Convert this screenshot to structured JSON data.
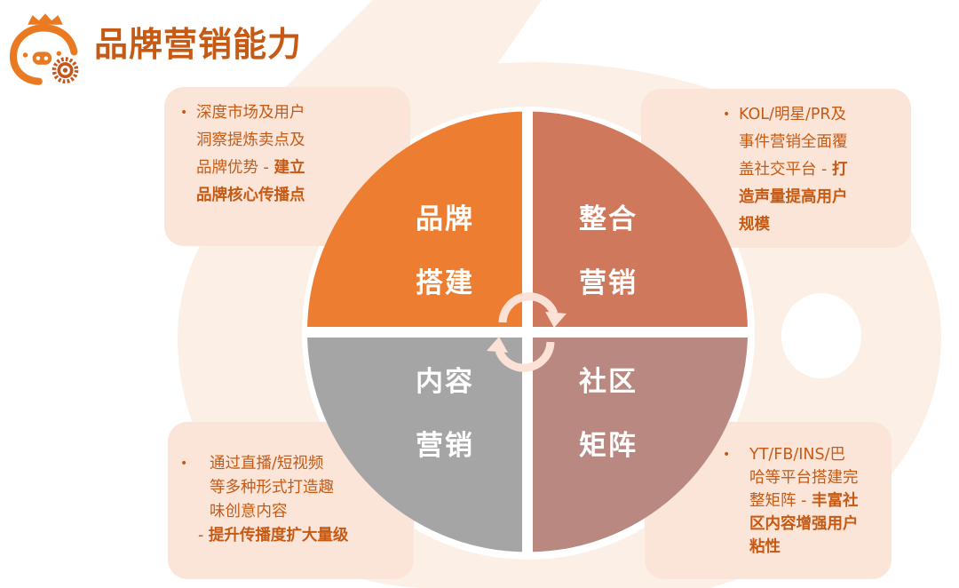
{
  "header": {
    "title": "品牌营销能力",
    "logo_icon": "pig-crown-gear-logo"
  },
  "colors": {
    "title": "#c65a14",
    "box_bg": "#fbe5d8",
    "watermark": "#fcefe6",
    "q_brand": "#ed7d31",
    "q_integrated": "#d0785b",
    "q_content": "#a5a5a5",
    "q_community": "#b98880",
    "arrow": "#fbe1d6"
  },
  "quadrants": [
    {
      "id": "brand",
      "line1": "品牌",
      "line2": "搭建"
    },
    {
      "id": "integrated",
      "line1": "整合",
      "line2": "营销"
    },
    {
      "id": "content",
      "line1": "内容",
      "line2": "营销"
    },
    {
      "id": "community",
      "line1": "社区",
      "line2": "矩阵"
    }
  ],
  "boxes": {
    "top_left": {
      "bullet": "•",
      "lines": [
        "深度市场及用户",
        "洞察提炼卖点及",
        "品牌优势 - "
      ],
      "bold_inline": "建立",
      "bold_lines": [
        "品牌核心传播点"
      ]
    },
    "top_right": {
      "bullet": "•",
      "lines": [
        "KOL/明星/PR及",
        "事件营销全面覆",
        "盖社交平台 - "
      ],
      "bold_inline": "打",
      "bold_lines": [
        "造声量提高用户",
        "规模"
      ]
    },
    "bottom_left": {
      "bullet": "•",
      "lines": [
        "通过直播/短视频",
        "等多种形式打造趣",
        "味创意内容"
      ],
      "bold_prefix": "- ",
      "bold_lines": [
        "提升传播度扩大量级"
      ]
    },
    "bottom_right": {
      "bullet": "•",
      "lines": [
        "YT/FB/INS/巴",
        "哈等平台搭建完",
        "整矩阵 - "
      ],
      "bold_inline": "丰富社",
      "bold_lines": [
        "区内容增强用户",
        "粘性"
      ]
    }
  },
  "cycle_arrows": [
    "clockwise-arrow-top",
    "clockwise-arrow-bottom"
  ]
}
